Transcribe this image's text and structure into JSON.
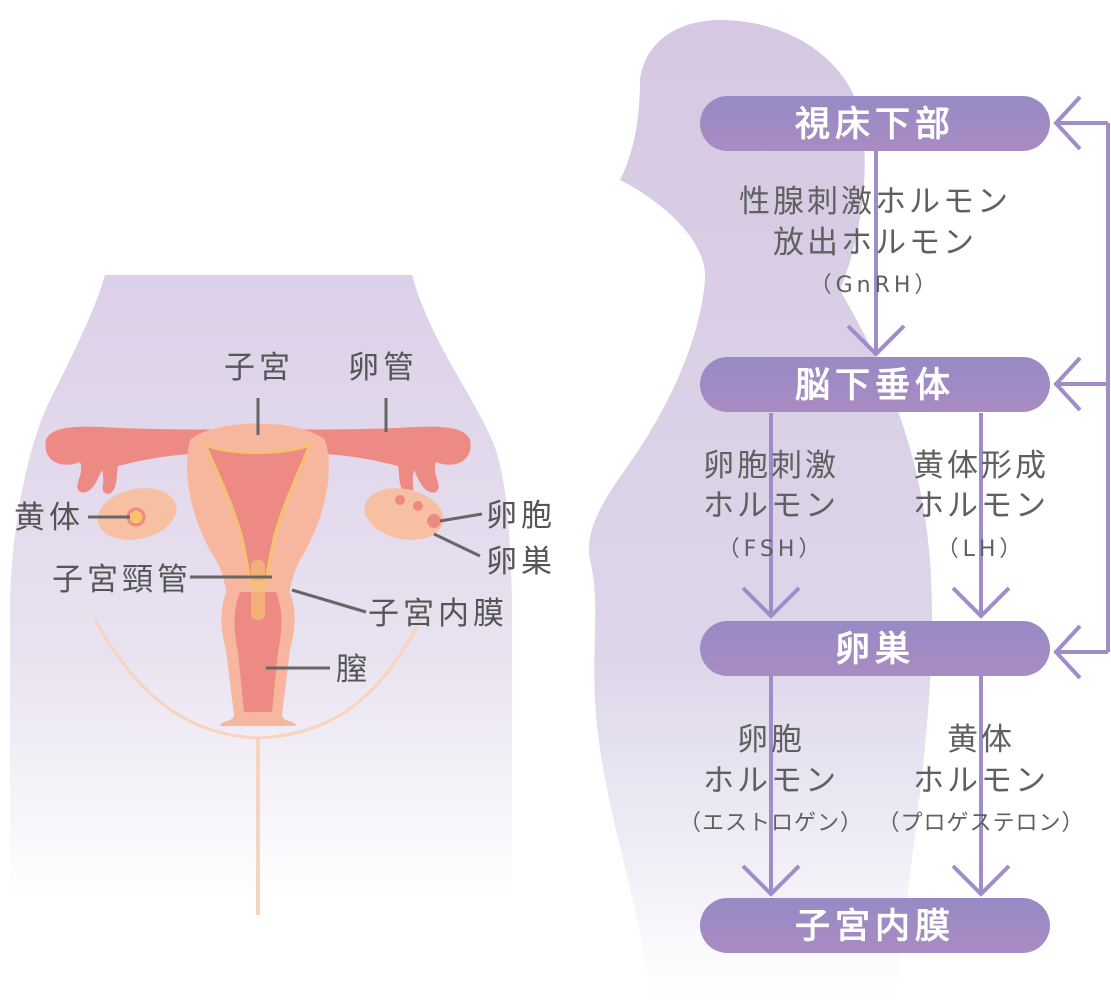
{
  "anatomy": {
    "labels": {
      "uterus": "子宮",
      "fallopian_tube": "卵管",
      "corpus_luteum": "黄体",
      "follicle": "卵胞",
      "ovary": "卵巣",
      "cervical_canal": "子宮頸管",
      "endometrium": "子宮内膜",
      "vagina": "膣"
    }
  },
  "flow": {
    "nodes": {
      "hypothalamus": "視床下部",
      "pituitary": "脳下垂体",
      "ovary": "卵巣",
      "endometrium": "子宮内膜"
    },
    "gnrh": {
      "line1": "性腺刺激ホルモン",
      "line2": "放出ホルモン",
      "abbr": "（GnRH）"
    },
    "fsh": {
      "line1": "卵胞刺激",
      "line2": "ホルモン",
      "abbr": "（FSH）"
    },
    "lh": {
      "line1": "黄体形成",
      "line2": "ホルモン",
      "abbr": "（LH）"
    },
    "estrogen": {
      "line1": "卵胞",
      "line2": "ホルモン",
      "abbr": "（エストロゲン）"
    },
    "progesterone": {
      "line1": "黄体",
      "line2": "ホルモン",
      "abbr": "（プロゲステロン）"
    }
  },
  "colors": {
    "silhouette": "#d9cce4",
    "node_fill": "#9a8cc6",
    "arrow": "#a08cc8",
    "uterus": "#ee8a84",
    "ovary": "#f7c0a2",
    "leader": "#666666"
  }
}
